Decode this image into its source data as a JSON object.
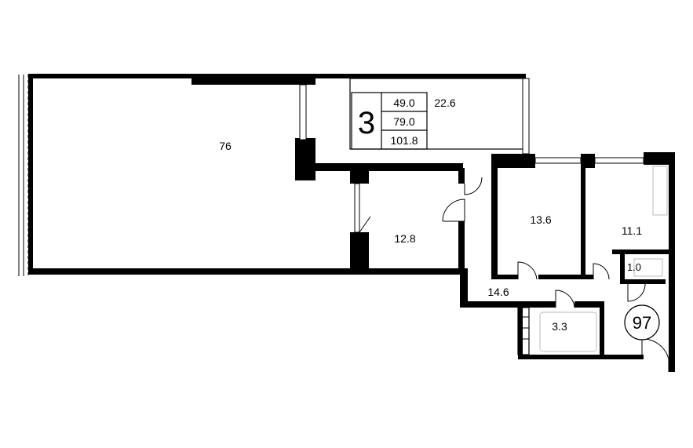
{
  "summary": {
    "room_count": "3",
    "stats": [
      "49.0",
      "79.0",
      "101.8"
    ]
  },
  "rooms": {
    "terrace": "76",
    "loggia": "22.6",
    "kitchen": "12.8",
    "bedroom_1": "13.6",
    "bedroom_2": "11.1",
    "hallway": "14.6",
    "bathroom": "3.3",
    "wc": "1.0"
  },
  "unit": {
    "number": "97"
  },
  "colors": {
    "wall": "#000000",
    "background": "#ffffff",
    "fixture": "#bbbbbb"
  }
}
